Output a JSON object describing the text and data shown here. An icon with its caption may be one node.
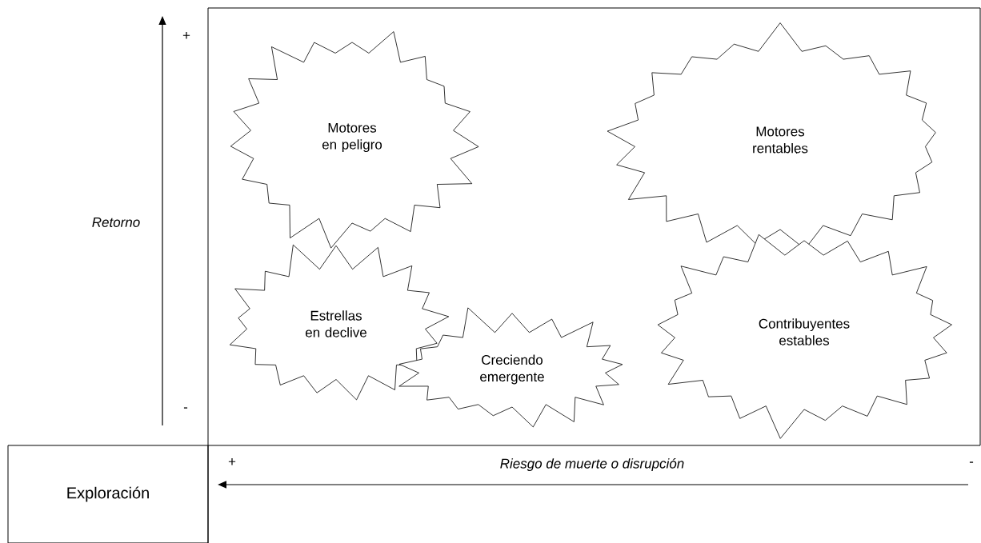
{
  "diagram": {
    "nodes": [
      {
        "text": [
          "Motores en peligro"
        ]
      },
      {
        "text": [
          "Motores rentables"
        ]
      },
      {
        "text": [
          "Estrellas en declive"
        ]
      },
      {
        "text": [
          "Creciendo emergente"
        ]
      },
      {
        "text": [
          "Contribuyentes estables"
        ]
      },
      {
        "text": [
          "Exploración"
        ]
      }
    ],
    "edges": [],
    "labels": [
      "+",
      "Retorno",
      "-",
      "+",
      "Riesgo de muerte o disrupción",
      "-"
    ]
  }
}
